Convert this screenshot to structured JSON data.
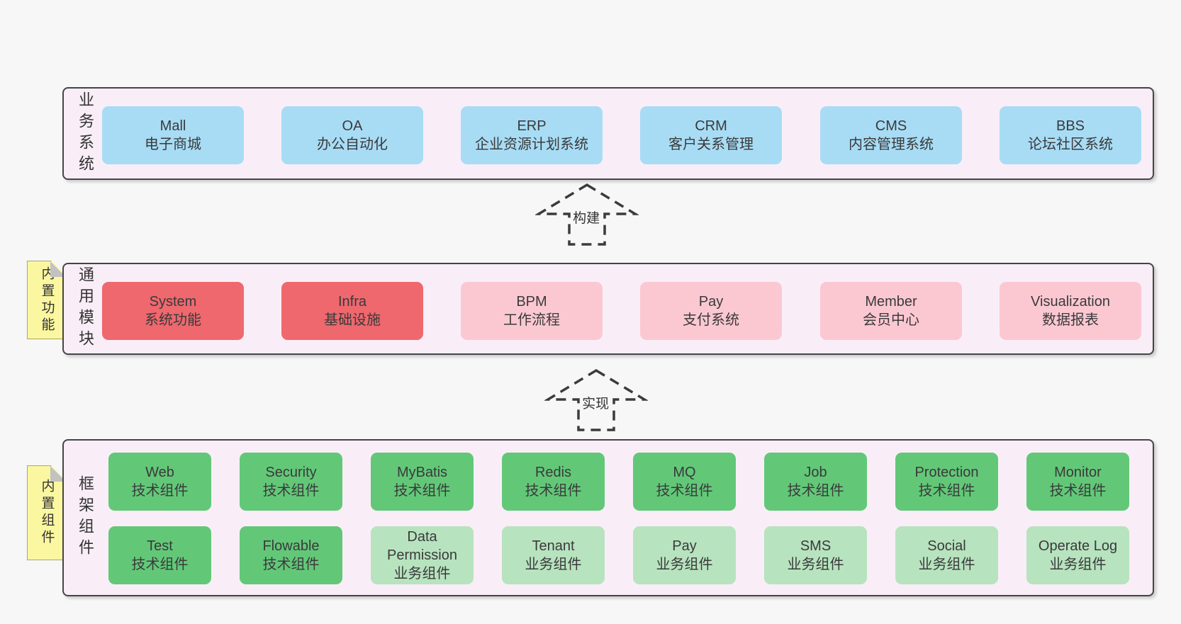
{
  "colors": {
    "page-bg": "#f7f7f7",
    "panel-bg": "#f9eef7",
    "panel-border": "#454545",
    "blue": "#a8dcf5",
    "red": "#ee686e",
    "pink": "#fbc8d2",
    "green": "#62c878",
    "green-light": "#b7e3bf",
    "yellow": "#faf7a0",
    "fold": "#c2c2c2",
    "text": "#3a3a3a",
    "arrow": "#3b3b3b"
  },
  "arrows": {
    "build": "构建",
    "implement": "实现"
  },
  "layers": {
    "business": {
      "label": "业务系统",
      "boxes": [
        {
          "title": "Mall",
          "subtitle": "电子商城"
        },
        {
          "title": "OA",
          "subtitle": "办公自动化"
        },
        {
          "title": "ERP",
          "subtitle": "企业资源计划系统"
        },
        {
          "title": "CRM",
          "subtitle": "客户关系管理"
        },
        {
          "title": "CMS",
          "subtitle": "内容管理系统"
        },
        {
          "title": "BBS",
          "subtitle": "论坛社区系统"
        }
      ]
    },
    "modules": {
      "label": "通用模块",
      "tag": "内置功能",
      "boxes": [
        {
          "title": "System",
          "subtitle": "系统功能"
        },
        {
          "title": "Infra",
          "subtitle": "基础设施"
        },
        {
          "title": "BPM",
          "subtitle": "工作流程"
        },
        {
          "title": "Pay",
          "subtitle": "支付系统"
        },
        {
          "title": "Member",
          "subtitle": "会员中心"
        },
        {
          "title": "Visualization",
          "subtitle": "数据报表"
        }
      ]
    },
    "framework": {
      "label": "框架组件",
      "tag": "内置组件",
      "row1": [
        {
          "title": "Web",
          "subtitle": "技术组件"
        },
        {
          "title": "Security",
          "subtitle": "技术组件"
        },
        {
          "title": "MyBatis",
          "subtitle": "技术组件"
        },
        {
          "title": "Redis",
          "subtitle": "技术组件"
        },
        {
          "title": "MQ",
          "subtitle": "技术组件"
        },
        {
          "title": "Job",
          "subtitle": "技术组件"
        },
        {
          "title": "Protection",
          "subtitle": "技术组件"
        },
        {
          "title": "Monitor",
          "subtitle": "技术组件"
        }
      ],
      "row2": [
        {
          "title": "Test",
          "subtitle": "技术组件"
        },
        {
          "title": "Flowable",
          "subtitle": "技术组件"
        },
        {
          "title": "Data Permission",
          "subtitle": "业务组件"
        },
        {
          "title": "Tenant",
          "subtitle": "业务组件"
        },
        {
          "title": "Pay",
          "subtitle": "业务组件"
        },
        {
          "title": "SMS",
          "subtitle": "业务组件"
        },
        {
          "title": "Social",
          "subtitle": "业务组件"
        },
        {
          "title": "Operate Log",
          "subtitle": "业务组件"
        }
      ]
    }
  }
}
